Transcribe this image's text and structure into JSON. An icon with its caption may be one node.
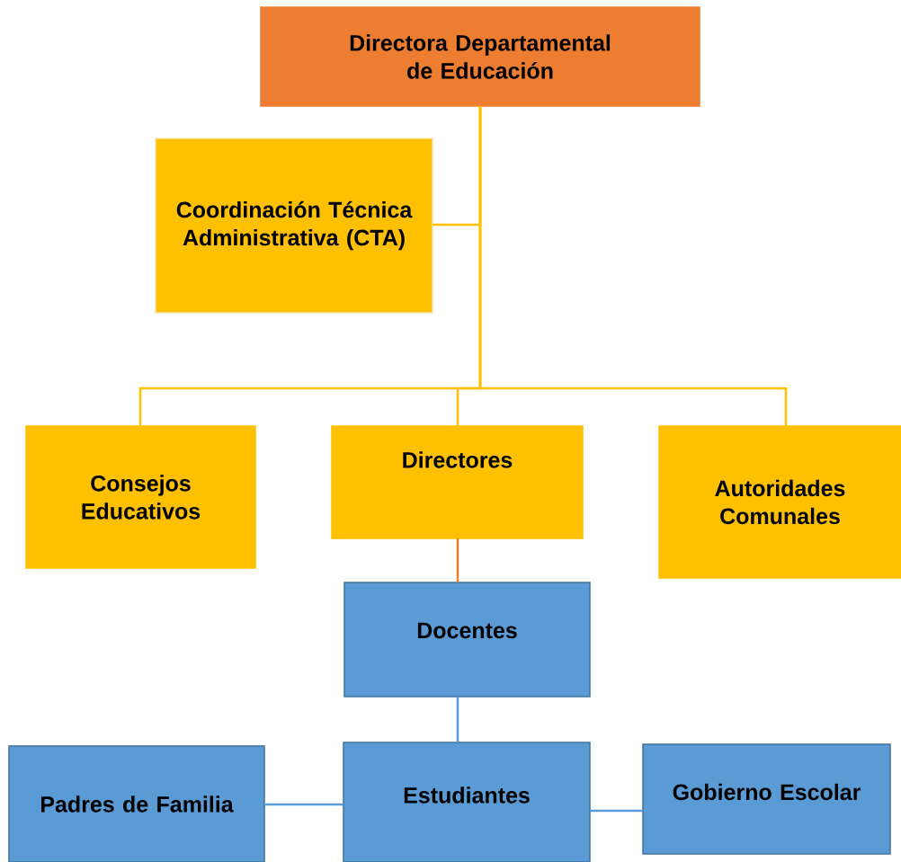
{
  "diagram": {
    "nodes": [
      {
        "text": [
          "Directora Departamental de Educación"
        ]
      },
      {
        "text": [
          "Coordinación Técnica Administrativa (CTA)"
        ]
      },
      {
        "text": [
          "Consejos Educativos"
        ]
      },
      {
        "text": [
          "Directores"
        ]
      },
      {
        "text": [
          "Autoridades Comunales"
        ]
      },
      {
        "text": [
          "Docentes"
        ]
      },
      {
        "text": [
          "Padres de Familia"
        ]
      },
      {
        "text": [
          "Estudiantes"
        ]
      },
      {
        "text": [
          "Gobierno Escolar"
        ]
      }
    ],
    "edges": [
      {
        "from": 0,
        "to": 1,
        "arrow": "none",
        "color": "#ffc000"
      },
      {
        "from": 0,
        "to": 2,
        "arrow": "none",
        "color": "#ffc000"
      },
      {
        "from": 0,
        "to": 3,
        "arrow": "none",
        "color": "#ffc000"
      },
      {
        "from": 0,
        "to": 4,
        "arrow": "none",
        "color": "#ffc000"
      },
      {
        "from": 3,
        "to": 5,
        "arrow": "none",
        "color": "#ed7d31"
      },
      {
        "from": 5,
        "to": 7,
        "arrow": "none",
        "color": "#5b9bd5"
      },
      {
        "from": 7,
        "to": 6,
        "arrow": "none",
        "color": "#5b9bd5"
      },
      {
        "from": 7,
        "to": 8,
        "arrow": "none",
        "color": "#5b9bd5"
      }
    ]
  }
}
